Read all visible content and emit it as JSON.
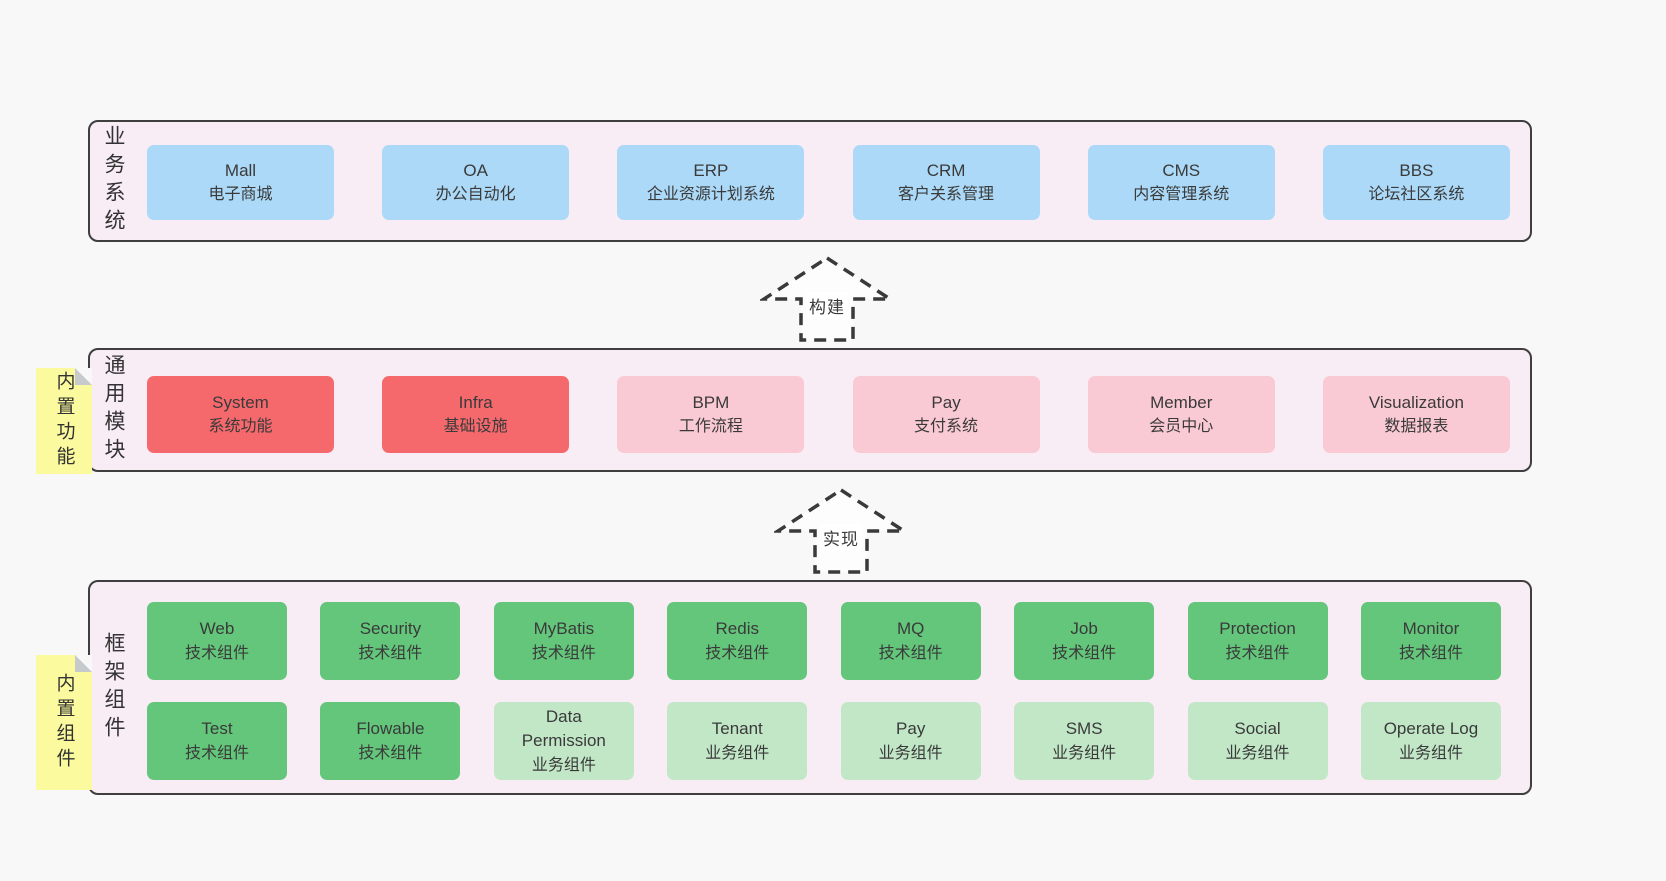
{
  "arrows": [
    {
      "label": "构建"
    },
    {
      "label": "实现"
    }
  ],
  "bands": [
    {
      "label": "业务系统",
      "rows": [
        [
          {
            "en": "Mall",
            "zh": "电子商城",
            "type": "blue"
          },
          {
            "en": "OA",
            "zh": "办公自动化",
            "type": "blue"
          },
          {
            "en": "ERP",
            "zh": "企业资源计划系统",
            "type": "blue"
          },
          {
            "en": "CRM",
            "zh": "客户关系管理",
            "type": "blue"
          },
          {
            "en": "CMS",
            "zh": "内容管理系统",
            "type": "blue"
          },
          {
            "en": "BBS",
            "zh": "论坛社区系统",
            "type": "blue"
          }
        ]
      ]
    },
    {
      "label": "通用模块",
      "note": "内置功能",
      "rows": [
        [
          {
            "en": "System",
            "zh": "系统功能",
            "type": "red"
          },
          {
            "en": "Infra",
            "zh": "基础设施",
            "type": "red"
          },
          {
            "en": "BPM",
            "zh": "工作流程",
            "type": "pink"
          },
          {
            "en": "Pay",
            "zh": "支付系统",
            "type": "pink"
          },
          {
            "en": "Member",
            "zh": "会员中心",
            "type": "pink"
          },
          {
            "en": "Visualization",
            "zh": "数据报表",
            "type": "pink"
          }
        ]
      ]
    },
    {
      "label": "框架组件",
      "note": "内置组件",
      "rows": [
        [
          {
            "en": "Web",
            "zh": "技术组件",
            "type": "green"
          },
          {
            "en": "Security",
            "zh": "技术组件",
            "type": "green"
          },
          {
            "en": "MyBatis",
            "zh": "技术组件",
            "type": "green"
          },
          {
            "en": "Redis",
            "zh": "技术组件",
            "type": "green"
          },
          {
            "en": "MQ",
            "zh": "技术组件",
            "type": "green"
          },
          {
            "en": "Job",
            "zh": "技术组件",
            "type": "green"
          },
          {
            "en": "Protection",
            "zh": "技术组件",
            "type": "green"
          },
          {
            "en": "Monitor",
            "zh": "技术组件",
            "type": "green"
          }
        ],
        [
          {
            "en": "Test",
            "zh": "技术组件",
            "type": "green"
          },
          {
            "en": "Flowable",
            "zh": "技术组件",
            "type": "green"
          },
          {
            "en": "Data Permission",
            "zh": "业务组件",
            "type": "lightgreen"
          },
          {
            "en": "Tenant",
            "zh": "业务组件",
            "type": "lightgreen"
          },
          {
            "en": "Pay",
            "zh": "业务组件",
            "type": "lightgreen"
          },
          {
            "en": "SMS",
            "zh": "业务组件",
            "type": "lightgreen"
          },
          {
            "en": "Social",
            "zh": "业务组件",
            "type": "lightgreen"
          },
          {
            "en": "Operate Log",
            "zh": "业务组件",
            "type": "lightgreen"
          }
        ]
      ]
    }
  ],
  "colors": {
    "page_bg": "#f8f8f8",
    "band_bg": "#f8edf5",
    "band_border": "#3f3f3f",
    "box_blue": "#abd9f7",
    "box_red": "#f5696d",
    "box_pink": "#facad4",
    "box_green": "#63c67b",
    "box_light_green": "#c1e7c7",
    "note_yellow": "#fbfa9e",
    "text": "#3a3a3a"
  }
}
